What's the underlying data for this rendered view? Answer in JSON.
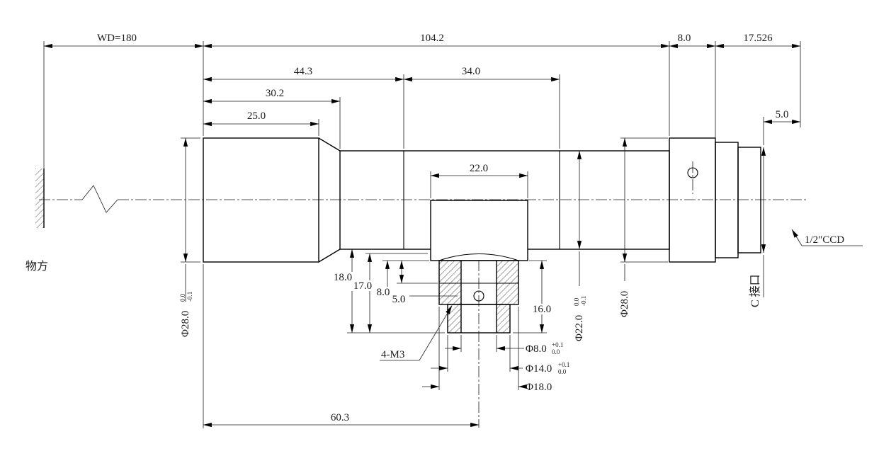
{
  "drawing": {
    "object_side_label": "物方",
    "ccd_label": "1/2\"CCD",
    "c_mount_label": "C 接口",
    "screw_callout": "4-M3",
    "dims": {
      "working_distance": "WD=180",
      "body_length": "104.2",
      "mount_length": "8.0",
      "flange_distance": "17.526",
      "front_group_length": "44.3",
      "ring_length": "34.0",
      "front_step_length": "30.2",
      "front_barrel_length": "25.0",
      "thread_length": "5.0",
      "clamp_width": "22.0",
      "clamp_h18": "18.0",
      "clamp_h17": "17.0",
      "clamp_h8": "8.0",
      "clamp_h5": "5.0",
      "clamp_h16": "16.0",
      "mount_offset": "60.3",
      "dia_front": {
        "value": "Φ28.0",
        "tol_upper": "0.0",
        "tol_lower": "-0.1"
      },
      "dia_barrel": {
        "value": "Φ22.0",
        "tol_upper": "0.0",
        "tol_lower": "-0.1"
      },
      "dia_rear": "Φ28.0",
      "dia_bore": {
        "value": "Φ8.0",
        "tol_upper": "+0.1",
        "tol_lower": "0.0"
      },
      "dia_spigot": {
        "value": "Φ14.0",
        "tol_upper": "+0.1",
        "tol_lower": "0.0"
      },
      "dia_boss": "Φ18.0"
    }
  }
}
